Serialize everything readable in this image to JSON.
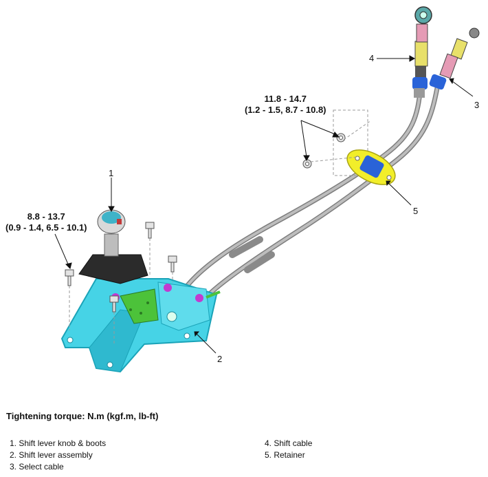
{
  "torque_nuts": {
    "line1": "11.8 - 14.7",
    "line2": "(1.2 - 1.5, 8.7 - 10.8)"
  },
  "torque_bolts": {
    "line1": "8.8 - 13.7",
    "line2": "(0.9 - 1.4, 6.5 - 10.1)"
  },
  "callouts": {
    "c1": "1",
    "c2": "2",
    "c3": "3",
    "c4": "4",
    "c5": "5"
  },
  "caption": {
    "title": "Tightening torque: N.m (kgf.m, lb-ft)"
  },
  "legend": {
    "left": [
      "1. Shift lever knob & boots",
      "2. Shift lever assembly",
      "3. Select cable"
    ],
    "right": [
      "4. Shift cable",
      "5. Retainer"
    ]
  },
  "colors": {
    "bracket": "#46d3e6",
    "bracket_dark": "#1aa3b8",
    "boot": "#2b2b2b",
    "green_part": "#4cc23a",
    "retainer": "#f2ee2a",
    "blue_fitting": "#2a63d8",
    "pink_fitting": "#e59bb5",
    "magenta_bushing": "#c23ad0",
    "cable": "#9a9a9a"
  }
}
